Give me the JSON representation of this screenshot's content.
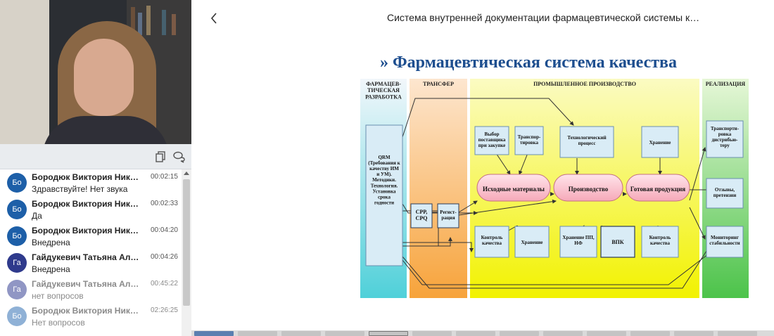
{
  "viewer": {
    "document_title": "Система внутренней документации фармацевтической системы к…"
  },
  "chat": {
    "messages": [
      {
        "initials": "Бо",
        "author": "Бородюк Виктория Ник…",
        "time": "00:02:15",
        "text": "Здравствуйте! Нет звука",
        "avatar_color": "#1d5fa8",
        "faded": false
      },
      {
        "initials": "Бо",
        "author": "Бородюк Виктория Ник…",
        "time": "00:02:33",
        "text": "Да",
        "avatar_color": "#1d5fa8",
        "faded": false
      },
      {
        "initials": "Бо",
        "author": "Бородюк Виктория Ник…",
        "time": "00:04:20",
        "text": "Внедрена",
        "avatar_color": "#1d5fa8",
        "faded": false
      },
      {
        "initials": "Га",
        "author": "Гайдукевич Татьяна Ал…",
        "time": "00:04:26",
        "text": "Внедрена",
        "avatar_color": "#2f3a8c",
        "faded": false
      },
      {
        "initials": "Га",
        "author": "Гайдукевич Татьяна Ал…",
        "time": "00:45:22",
        "text": "нет вопросов",
        "avatar_color": "#9096c4",
        "faded": true
      },
      {
        "initials": "Бо",
        "author": "Бородюк Виктория Ник…",
        "time": "02:26:25",
        "text": "Нет вопросов",
        "avatar_color": "#8fb1d6",
        "faded": true
      }
    ]
  },
  "slide": {
    "title": "» Фармацевтическая система качества",
    "columns": {
      "dev": "ФАРМАЦЕВ-\nТИЧЕСКАЯ\nРАЗРАБОТКА",
      "transfer": "ТРАНСФЕР",
      "production": "ПРОМЫШЛЕННОЕ ПРОИЗВОДСТВО",
      "realization": "РЕАЛИЗАЦИЯ"
    },
    "qrm_box": "QRM\n(Требования к\nкачеству ИМ\nи УМ).\nМетодики.\nТехнология.\nУстановка\nсрока\nгодности",
    "boxes": {
      "cpp": "CPP,\nCPQ",
      "registration": "Регист-\nрация",
      "supplier": "Выбор\nпоставщика\nпри закупке",
      "transport": "Транспор-\nтировка",
      "tech_process": "Технологический\nпроцесс",
      "storage_top": "Хранение",
      "distribution": "Транспорти-\nровка\nдистрибью-\nтеру",
      "reviews": "Отзывы,\nпретензии",
      "qc_left": "Контроль\nкачества",
      "storage_left": "Хранение",
      "storage_ip": "Хранение ПП,\nНФ",
      "vpk": "ВПК",
      "qc_right": "Контроль\nкачества",
      "stability": "Мониторинг\nстабильности"
    },
    "ovals": {
      "raw": "Исходные материалы",
      "production": "Производство",
      "finished": "Готовая продукция"
    }
  }
}
